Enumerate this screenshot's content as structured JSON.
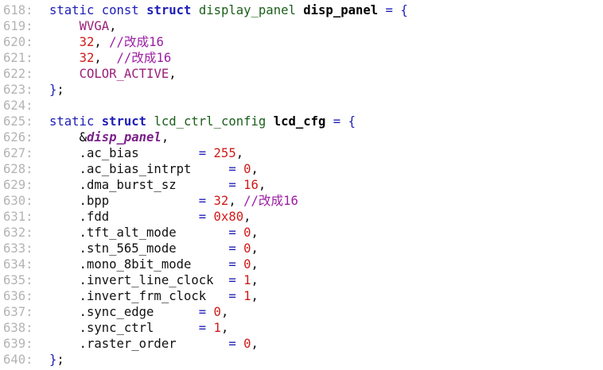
{
  "editor": {
    "lines": [
      {
        "no": "618:",
        "tokens": [
          {
            "t": "static",
            "k": "kw"
          },
          {
            "t": " ",
            "k": "plain"
          },
          {
            "t": "const",
            "k": "kw"
          },
          {
            "t": " ",
            "k": "plain"
          },
          {
            "t": "struct",
            "k": "kwb"
          },
          {
            "t": " ",
            "k": "plain"
          },
          {
            "t": "display_panel",
            "k": "type"
          },
          {
            "t": " ",
            "k": "plain"
          },
          {
            "t": "disp_panel",
            "k": "typeb"
          },
          {
            "t": " ",
            "k": "plain"
          },
          {
            "t": "=",
            "k": "op"
          },
          {
            "t": " ",
            "k": "plain"
          },
          {
            "t": "{",
            "k": "brace"
          }
        ]
      },
      {
        "no": "619:",
        "tokens": [
          {
            "t": "    ",
            "k": "plain"
          },
          {
            "t": "WVGA",
            "k": "const"
          },
          {
            "t": ",",
            "k": "plain"
          }
        ]
      },
      {
        "no": "620:",
        "tokens": [
          {
            "t": "    ",
            "k": "plain"
          },
          {
            "t": "32",
            "k": "num"
          },
          {
            "t": ", ",
            "k": "plain"
          },
          {
            "t": "//改成16",
            "k": "comment"
          }
        ]
      },
      {
        "no": "621:",
        "tokens": [
          {
            "t": "    ",
            "k": "plain"
          },
          {
            "t": "32",
            "k": "num"
          },
          {
            "t": ",  ",
            "k": "plain"
          },
          {
            "t": "//改成16",
            "k": "comment"
          }
        ]
      },
      {
        "no": "622:",
        "tokens": [
          {
            "t": "    ",
            "k": "plain"
          },
          {
            "t": "COLOR_ACTIVE",
            "k": "const"
          },
          {
            "t": ",",
            "k": "plain"
          }
        ]
      },
      {
        "no": "623:",
        "tokens": [
          {
            "t": "}",
            "k": "brace"
          },
          {
            "t": ";",
            "k": "plain"
          }
        ]
      },
      {
        "no": "624:",
        "tokens": []
      },
      {
        "no": "625:",
        "tokens": [
          {
            "t": "static",
            "k": "kw"
          },
          {
            "t": " ",
            "k": "plain"
          },
          {
            "t": "struct",
            "k": "kwb"
          },
          {
            "t": " ",
            "k": "plain"
          },
          {
            "t": "lcd_ctrl_config",
            "k": "type"
          },
          {
            "t": " ",
            "k": "plain"
          },
          {
            "t": "lcd_cfg",
            "k": "typeb"
          },
          {
            "t": " ",
            "k": "plain"
          },
          {
            "t": "=",
            "k": "op"
          },
          {
            "t": " ",
            "k": "plain"
          },
          {
            "t": "{",
            "k": "brace"
          }
        ]
      },
      {
        "no": "626:",
        "tokens": [
          {
            "t": "    ",
            "k": "plain"
          },
          {
            "t": "&",
            "k": "ref"
          },
          {
            "t": "disp_panel",
            "k": "refi"
          },
          {
            "t": ",",
            "k": "plain"
          }
        ]
      },
      {
        "no": "627:",
        "tokens": [
          {
            "t": "    .ac_bias        ",
            "k": "plain"
          },
          {
            "t": "=",
            "k": "op"
          },
          {
            "t": " ",
            "k": "plain"
          },
          {
            "t": "255",
            "k": "num"
          },
          {
            "t": ",",
            "k": "plain"
          }
        ]
      },
      {
        "no": "628:",
        "tokens": [
          {
            "t": "    .ac_bias_intrpt     ",
            "k": "plain"
          },
          {
            "t": "=",
            "k": "op"
          },
          {
            "t": " ",
            "k": "plain"
          },
          {
            "t": "0",
            "k": "num"
          },
          {
            "t": ",",
            "k": "plain"
          }
        ]
      },
      {
        "no": "629:",
        "tokens": [
          {
            "t": "    .dma_burst_sz       ",
            "k": "plain"
          },
          {
            "t": "=",
            "k": "op"
          },
          {
            "t": " ",
            "k": "plain"
          },
          {
            "t": "16",
            "k": "num"
          },
          {
            "t": ",",
            "k": "plain"
          }
        ]
      },
      {
        "no": "630:",
        "tokens": [
          {
            "t": "    .bpp            ",
            "k": "plain"
          },
          {
            "t": "=",
            "k": "op"
          },
          {
            "t": " ",
            "k": "plain"
          },
          {
            "t": "32",
            "k": "num"
          },
          {
            "t": ", ",
            "k": "plain"
          },
          {
            "t": "//改成16",
            "k": "comment"
          }
        ]
      },
      {
        "no": "631:",
        "tokens": [
          {
            "t": "    .fdd            ",
            "k": "plain"
          },
          {
            "t": "=",
            "k": "op"
          },
          {
            "t": " ",
            "k": "plain"
          },
          {
            "t": "0x80",
            "k": "num"
          },
          {
            "t": ",",
            "k": "plain"
          }
        ]
      },
      {
        "no": "632:",
        "tokens": [
          {
            "t": "    .tft_alt_mode       ",
            "k": "plain"
          },
          {
            "t": "=",
            "k": "op"
          },
          {
            "t": " ",
            "k": "plain"
          },
          {
            "t": "0",
            "k": "num"
          },
          {
            "t": ",",
            "k": "plain"
          }
        ]
      },
      {
        "no": "633:",
        "tokens": [
          {
            "t": "    .stn_565_mode       ",
            "k": "plain"
          },
          {
            "t": "=",
            "k": "op"
          },
          {
            "t": " ",
            "k": "plain"
          },
          {
            "t": "0",
            "k": "num"
          },
          {
            "t": ",",
            "k": "plain"
          }
        ]
      },
      {
        "no": "634:",
        "tokens": [
          {
            "t": "    .mono_8bit_mode     ",
            "k": "plain"
          },
          {
            "t": "=",
            "k": "op"
          },
          {
            "t": " ",
            "k": "plain"
          },
          {
            "t": "0",
            "k": "num"
          },
          {
            "t": ",",
            "k": "plain"
          }
        ]
      },
      {
        "no": "635:",
        "tokens": [
          {
            "t": "    .invert_line_clock  ",
            "k": "plain"
          },
          {
            "t": "=",
            "k": "op"
          },
          {
            "t": " ",
            "k": "plain"
          },
          {
            "t": "1",
            "k": "num"
          },
          {
            "t": ",",
            "k": "plain"
          }
        ]
      },
      {
        "no": "636:",
        "tokens": [
          {
            "t": "    .invert_frm_clock   ",
            "k": "plain"
          },
          {
            "t": "=",
            "k": "op"
          },
          {
            "t": " ",
            "k": "plain"
          },
          {
            "t": "1",
            "k": "num"
          },
          {
            "t": ",",
            "k": "plain"
          }
        ]
      },
      {
        "no": "637:",
        "tokens": [
          {
            "t": "    .sync_edge      ",
            "k": "plain"
          },
          {
            "t": "=",
            "k": "op"
          },
          {
            "t": " ",
            "k": "plain"
          },
          {
            "t": "0",
            "k": "num"
          },
          {
            "t": ",",
            "k": "plain"
          }
        ]
      },
      {
        "no": "638:",
        "tokens": [
          {
            "t": "    .sync_ctrl      ",
            "k": "plain"
          },
          {
            "t": "=",
            "k": "op"
          },
          {
            "t": " ",
            "k": "plain"
          },
          {
            "t": "1",
            "k": "num"
          },
          {
            "t": ",",
            "k": "plain"
          }
        ]
      },
      {
        "no": "639:",
        "tokens": [
          {
            "t": "    .raster_order       ",
            "k": "plain"
          },
          {
            "t": "=",
            "k": "op"
          },
          {
            "t": " ",
            "k": "plain"
          },
          {
            "t": "0",
            "k": "num"
          },
          {
            "t": ",",
            "k": "plain"
          }
        ]
      },
      {
        "no": "640:",
        "tokens": [
          {
            "t": "}",
            "k": "brace"
          },
          {
            "t": ";",
            "k": "plain"
          }
        ]
      }
    ]
  }
}
